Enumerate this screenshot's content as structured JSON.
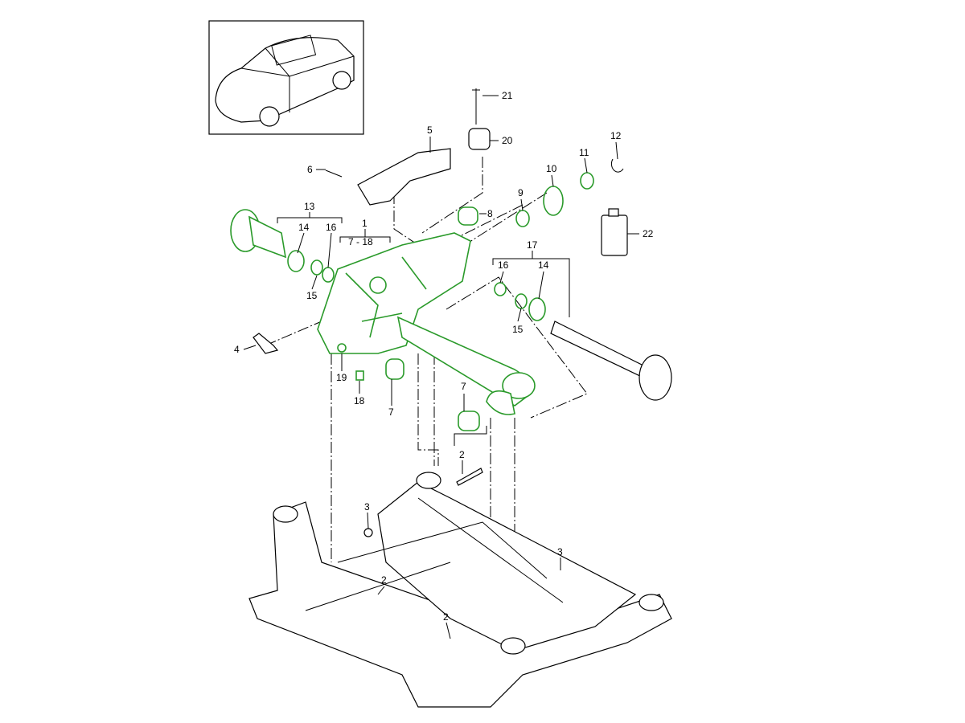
{
  "diagram": {
    "accent_color": "#2a9a2a",
    "thumbnail": "vehicle-overview",
    "callouts": {
      "c1": "1",
      "c1_range": "7 - 18",
      "c2a": "2",
      "c2b": "2",
      "c2c": "2",
      "c3a": "3",
      "c3b": "3",
      "c4": "4",
      "c5": "5",
      "c6": "6",
      "c7a": "7",
      "c7b": "7",
      "c8": "8",
      "c9": "9",
      "c10": "10",
      "c11": "11",
      "c12": "12",
      "c13": "13",
      "c14a": "14",
      "c14b": "14",
      "c15a": "15",
      "c15b": "15",
      "c16a": "16",
      "c16b": "16",
      "c17": "17",
      "c18": "18",
      "c19": "19",
      "c20": "20",
      "c21": "21",
      "c22": "22"
    }
  }
}
